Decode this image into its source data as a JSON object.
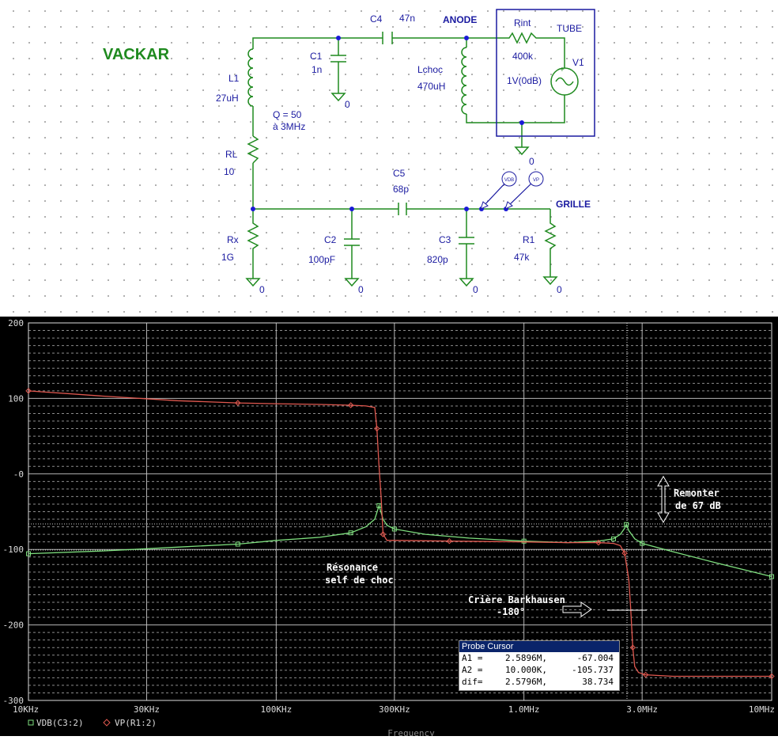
{
  "schematic": {
    "title": "VACKAR",
    "components": {
      "c4": {
        "name": "C4",
        "value": "47n"
      },
      "anode": "ANODE",
      "rint": {
        "name": "Rint",
        "value": "400k"
      },
      "tube": "TUBE",
      "v1": {
        "name": "V1",
        "value": "1V(0dB)"
      },
      "c1": {
        "name": "C1",
        "value": "1n"
      },
      "l1": {
        "name": "L1",
        "value": "27uH"
      },
      "q_note": {
        "line1": "Q = 50",
        "line2": "à 3MHz"
      },
      "lchoc": {
        "name": "Lchoc",
        "value": "470uH"
      },
      "rl": {
        "name": "RL",
        "value": "10"
      },
      "c5": {
        "name": "C5",
        "value": "68p"
      },
      "grille": "GRILLE",
      "rx": {
        "name": "Rx",
        "value": "1G"
      },
      "c2": {
        "name": "C2",
        "value": "100pF"
      },
      "c3": {
        "name": "C3",
        "value": "820p"
      },
      "r1": {
        "name": "R1",
        "value": "47k"
      },
      "ground_label": "0",
      "probe_vdb": "VDB",
      "probe_vp": "VP"
    }
  },
  "probe_cursor": {
    "title": "Probe Cursor",
    "rows": [
      {
        "label": "A1 =",
        "x": "2.5896M,",
        "y": "-67.004"
      },
      {
        "label": "A2 =",
        "x": "10.000K,",
        "y": "-105.737"
      },
      {
        "label": "dif=",
        "x": "2.5796M,",
        "y": "38.734"
      }
    ]
  },
  "annotations": {
    "remonter": {
      "line1": "Remonter",
      "line2": "de 67 dB"
    },
    "resonance": {
      "line1": "Résonance",
      "line2": "self de choc"
    },
    "barkhausen": {
      "line1": "Crière Barkhausen",
      "line2": "-180°"
    }
  },
  "colors": {
    "vdb": "#7fe07f",
    "vp": "#e0584f",
    "grid": "#c8c8c8",
    "schematic_wire": "#1f8a1f",
    "node_dot": "#1a1ad6",
    "label_blue": "#1a1aa0"
  },
  "chart_data": {
    "type": "line",
    "x_scale": "log",
    "xlim": [
      10000,
      10000000
    ],
    "ylim": [
      -300,
      200
    ],
    "x_ticks": [
      "10KHz",
      "30KHz",
      "100KHz",
      "300KHz",
      "1.0MHz",
      "3.0MHz",
      "10MHz"
    ],
    "y_ticks": [
      "200",
      "100",
      "-0",
      "-100",
      "-200",
      "-300"
    ],
    "xlabel": "Frequency",
    "ylabel": "",
    "series": [
      {
        "name": "VDB(C3:2)",
        "color": "#7fe07f",
        "marker": "square",
        "x": [
          10000,
          20000,
          40000,
          70000,
          100000,
          150000,
          200000,
          230000,
          250000,
          260000,
          270000,
          280000,
          300000,
          400000,
          600000,
          1000000,
          1500000,
          2000000,
          2300000,
          2450000,
          2550000,
          2589600,
          2650000,
          2800000,
          3000000,
          4000000,
          6000000,
          10000000
        ],
        "y": [
          -105.7,
          -102,
          -97,
          -93,
          -88,
          -84,
          -78,
          -70,
          -60,
          -42,
          -60,
          -68,
          -73,
          -80,
          -85,
          -89,
          -91,
          -89,
          -86,
          -80,
          -72,
          -67,
          -75,
          -86,
          -92,
          -103,
          -118,
          -136
        ]
      },
      {
        "name": "VP(R1:2)",
        "color": "#e0584f",
        "marker": "diamond",
        "x": [
          10000,
          20000,
          40000,
          70000,
          100000,
          150000,
          200000,
          230000,
          250000,
          255000,
          260000,
          265000,
          270000,
          280000,
          300000,
          500000,
          1000000,
          1500000,
          2000000,
          2300000,
          2450000,
          2550000,
          2650000,
          2700000,
          2750000,
          2800000,
          2900000,
          3100000,
          4000000,
          6000000,
          10000000
        ],
        "y": [
          110,
          103,
          97,
          94,
          93,
          92,
          91,
          90,
          88,
          60,
          10,
          -30,
          -80,
          -88,
          -88,
          -89,
          -90,
          -91,
          -91,
          -92,
          -95,
          -105,
          -140,
          -180,
          -230,
          -255,
          -263,
          -266,
          -268,
          -268,
          -268
        ]
      }
    ]
  }
}
